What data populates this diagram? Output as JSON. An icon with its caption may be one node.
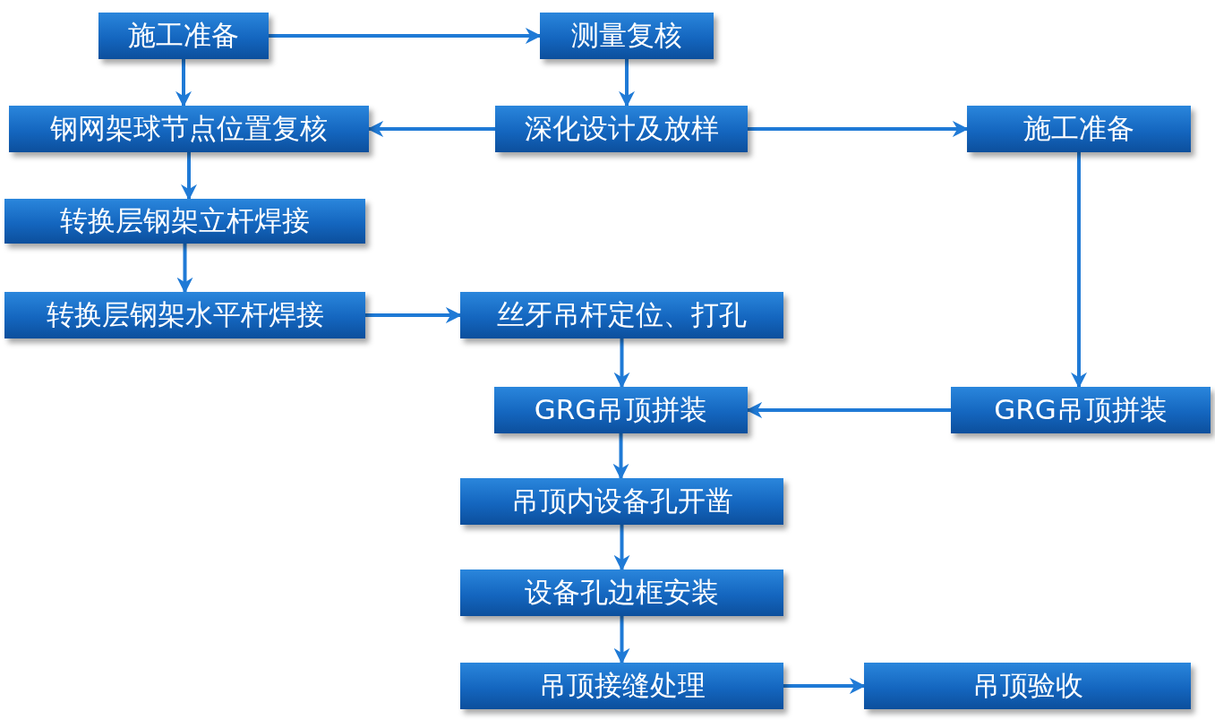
{
  "diagram": {
    "nodes": [
      {
        "text": [
          "施工准备"
        ]
      },
      {
        "text": [
          "测量复核"
        ]
      },
      {
        "text": [
          "钢网架球节点位置复核"
        ]
      },
      {
        "text": [
          "深化设计及放样"
        ]
      },
      {
        "text": [
          "施工准备"
        ]
      },
      {
        "text": [
          "转换层钢架立杆焊接"
        ]
      },
      {
        "text": [
          "转换层钢架水平杆焊接"
        ]
      },
      {
        "text": [
          "丝牙吊杆定位、打孔"
        ]
      },
      {
        "text": [
          "GRG吊顶拼装"
        ]
      },
      {
        "text": [
          "GRG吊顶拼装"
        ]
      },
      {
        "text": [
          "吊顶内设备孔开凿"
        ]
      },
      {
        "text": [
          "设备孔边框安装"
        ]
      },
      {
        "text": [
          "吊顶接缝处理"
        ]
      },
      {
        "text": [
          "吊顶验收"
        ]
      }
    ],
    "edges": [
      {
        "from": 0,
        "to": 1,
        "arrow": "to"
      },
      {
        "from": 0,
        "to": 2,
        "arrow": "to"
      },
      {
        "from": 1,
        "to": 3,
        "arrow": "to"
      },
      {
        "from": 3,
        "to": 2,
        "arrow": "to"
      },
      {
        "from": 3,
        "to": 4,
        "arrow": "to"
      },
      {
        "from": 2,
        "to": 5,
        "arrow": "to"
      },
      {
        "from": 5,
        "to": 6,
        "arrow": "to"
      },
      {
        "from": 6,
        "to": 7,
        "arrow": "to"
      },
      {
        "from": 7,
        "to": 8,
        "arrow": "to"
      },
      {
        "from": 4,
        "to": 9,
        "arrow": "to"
      },
      {
        "from": 9,
        "to": 8,
        "arrow": "to"
      },
      {
        "from": 8,
        "to": 10,
        "arrow": "to"
      },
      {
        "from": 10,
        "to": 11,
        "arrow": "to"
      },
      {
        "from": 11,
        "to": 12,
        "arrow": "to"
      },
      {
        "from": 12,
        "to": 13,
        "arrow": "to"
      }
    ]
  }
}
